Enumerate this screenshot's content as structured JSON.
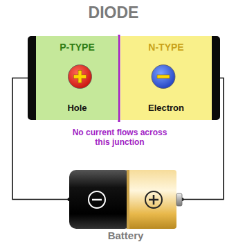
{
  "diagram": {
    "title": "DIODE",
    "nodes": [
      {
        "text": [
          "P-TYPE",
          "Hole"
        ]
      },
      {
        "text": [
          "N-TYPE",
          "Electron"
        ]
      },
      {
        "text": [
          "Battery"
        ]
      }
    ],
    "edges": [
      {
        "from": 0,
        "to": 2,
        "arrow": "none"
      },
      {
        "from": 1,
        "to": 2,
        "arrow": "none"
      }
    ],
    "labels": [
      "No current flows across this junction"
    ]
  }
}
